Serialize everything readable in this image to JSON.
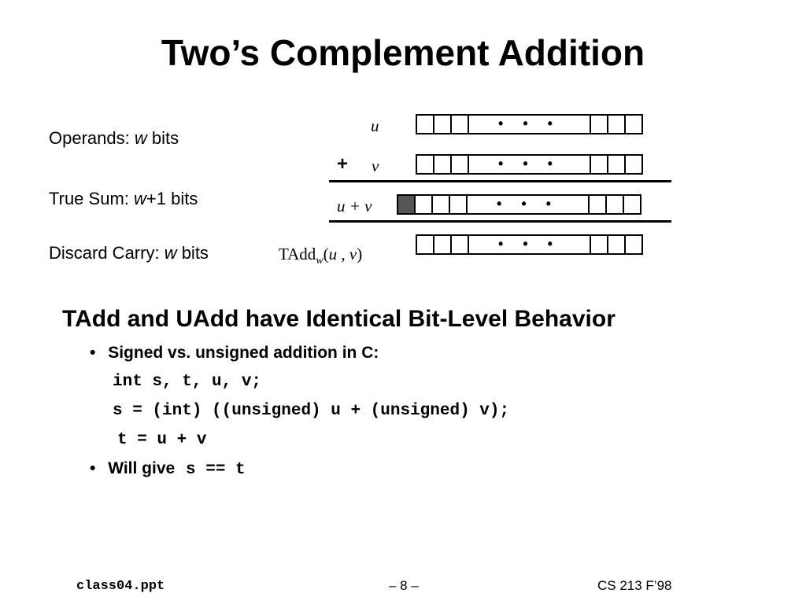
{
  "slide": {
    "title": "Two’s Complement Addition",
    "labels": {
      "operands_prefix": "Operands: ",
      "operands_var": "w",
      "operands_suffix": " bits",
      "truesum_prefix": "True Sum: ",
      "truesum_var": "w",
      "truesum_suffix": "+1 bits",
      "discard_prefix": "Discard Carry: ",
      "discard_var": "w",
      "discard_suffix": " bits"
    },
    "diagram": {
      "u_label": "u",
      "plus_sign": "+",
      "v_label": "v",
      "sum_label": "u + v",
      "tadd_name": "TAdd",
      "tadd_sub": "w",
      "tadd_args_open": "(",
      "tadd_arg1": "u",
      "tadd_comma": " , ",
      "tadd_arg2": "v",
      "tadd_args_close": ")",
      "ellipsis": "• • •"
    },
    "section_heading": "TAdd and UAdd have Identical Bit-Level Behavior",
    "bullets": {
      "b1": "Signed vs. unsigned addition in C:",
      "code1": "int s, t, u, v;",
      "code2": "s = (int) ((unsigned) u + (unsigned) v);",
      "code3": "t = u + v",
      "b2_text": "Will give ",
      "b2_code": "s == t",
      "bullet_char": "•"
    },
    "footer": {
      "left": "class04.ppt",
      "center": "– 8 –",
      "right": "CS 213 F’98"
    }
  }
}
